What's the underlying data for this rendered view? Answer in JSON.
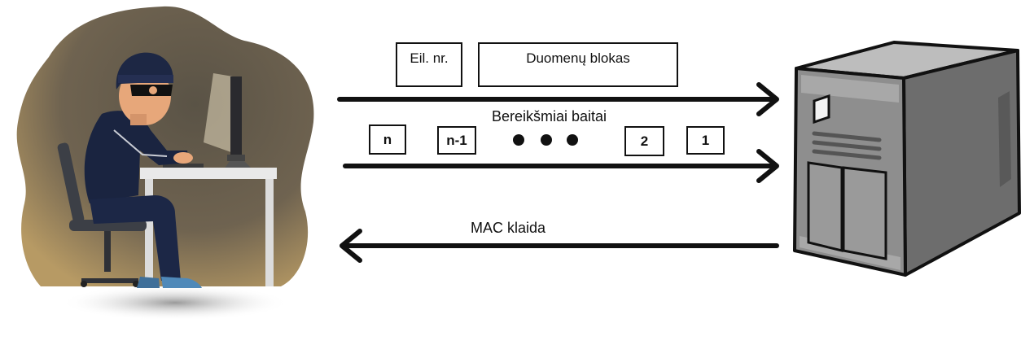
{
  "packet": {
    "seq_label": "Eil. nr.",
    "data_label": "Duomenų blokas"
  },
  "bytes": {
    "caption": "Bereikšmiai baitai",
    "items": [
      "n",
      "n-1",
      "2",
      "1"
    ]
  },
  "response": {
    "caption": "MAC klaida"
  },
  "icons": {
    "attacker": "hacker-at-computer-illustration",
    "server": "server-tower-icon"
  },
  "colors": {
    "arrow": "#111111",
    "background_blob": "#6b6150",
    "server_body": "#8c8c8c"
  }
}
